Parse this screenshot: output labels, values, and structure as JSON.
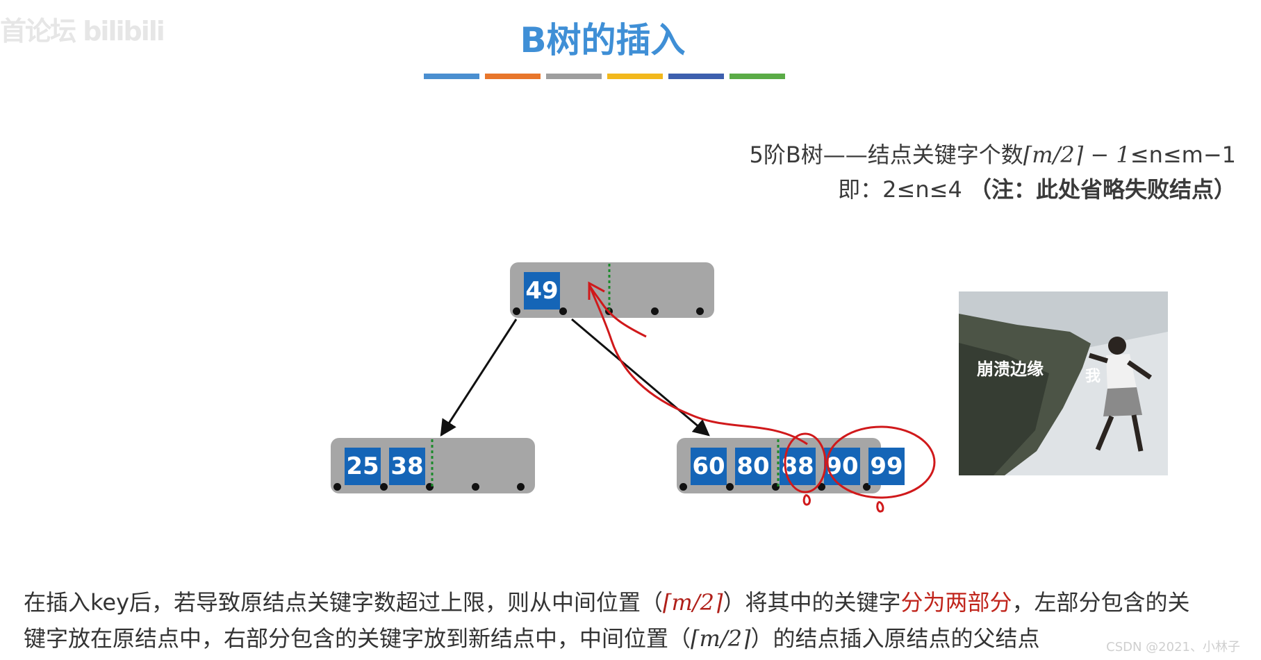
{
  "watermark": "首论坛 bilibili",
  "title": "B树的插入",
  "title_bar_colors": [
    "#4a8fd0",
    "#e8762b",
    "#9e9e9e",
    "#f2b81c",
    "#3d5fae",
    "#5aab46"
  ],
  "info": {
    "line1_prefix": "5阶B树——结点关键字个数",
    "line1_formula": "⌈m/2⌉ − 1",
    "line1_suffix": "≤n≤m−1",
    "line2_prefix": "即：2≤n≤4 ",
    "line2_note": "（注：此处省略失败结点）"
  },
  "tree": {
    "root_keys": [
      "49"
    ],
    "left_child_keys": [
      "25",
      "38"
    ],
    "right_child_keys": [
      "60",
      "80",
      "88",
      "90",
      "99"
    ]
  },
  "meme": {
    "caption_left": "崩溃边缘",
    "caption_person": "我"
  },
  "description": {
    "part1": "在插入key后，若导致原结点关键字数超过上限，则从中间位置（",
    "formula1": "⌈m/2⌉",
    "part2": "）将其中的关键字",
    "highlight": "分为两部分",
    "part3": "，左部分包含的关键字放在原结点中，右部分包含的关键字放到新结点中，中间位置（",
    "formula2": "⌈m/2⌉",
    "part4": "）的结点插入原结点的父结点"
  },
  "credit": "CSDN @2021、小林子"
}
